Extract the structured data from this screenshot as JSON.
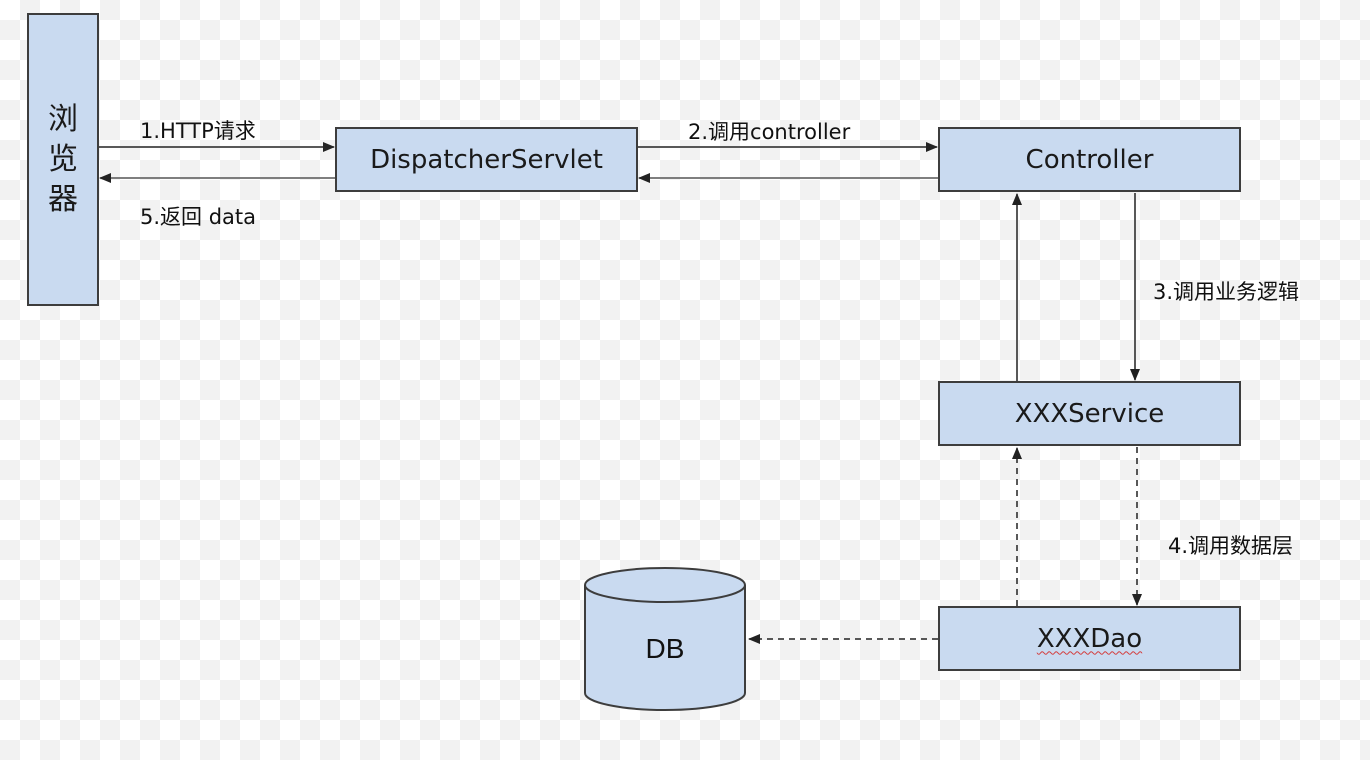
{
  "nodes": {
    "browser": [
      "浏",
      "览",
      "器"
    ],
    "dispatcher": "DispatcherServlet",
    "controller": "Controller",
    "service": "XXXService",
    "dao": "XXXDao",
    "db": "DB"
  },
  "edges": {
    "http_request": "1.HTTP请求",
    "call_controller": "2.调用controller",
    "call_business": "3.调用业务逻辑",
    "call_data_layer": "4.调用数据层",
    "return_data": "5.返回 data"
  },
  "colors": {
    "box_fill": "#c9daf0",
    "box_border": "#3d3d3d",
    "arrow": "#222222",
    "spellcheck_underline": "#d43c3c"
  }
}
